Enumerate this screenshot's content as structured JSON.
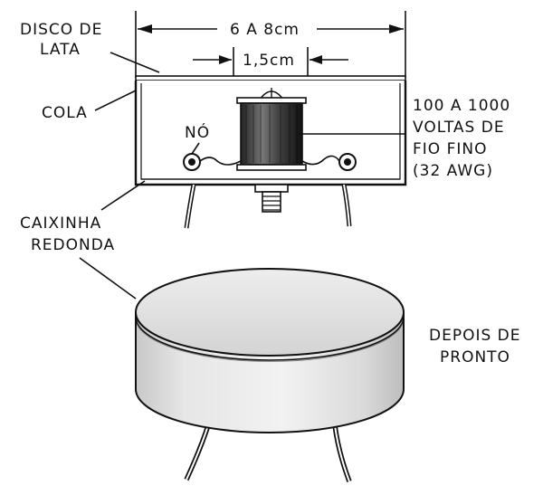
{
  "labels": {
    "disc": [
      "DISCO DE",
      "LATA"
    ],
    "glue": "COLA",
    "knot": "NÓ",
    "turns": [
      "100 A 1000",
      "VOLTAS DE",
      "FIO FINO",
      "(32 AWG)"
    ],
    "round_box": [
      "CAIXINHA",
      "REDONDA"
    ],
    "after": [
      "DEPOIS DE",
      "PRONTO"
    ],
    "dim_width": "6 A 8cm",
    "dim_coil": "1,5cm"
  },
  "colors": {
    "ink": "#111111",
    "paper": "#ffffff",
    "shade": "#d6d6d6"
  }
}
